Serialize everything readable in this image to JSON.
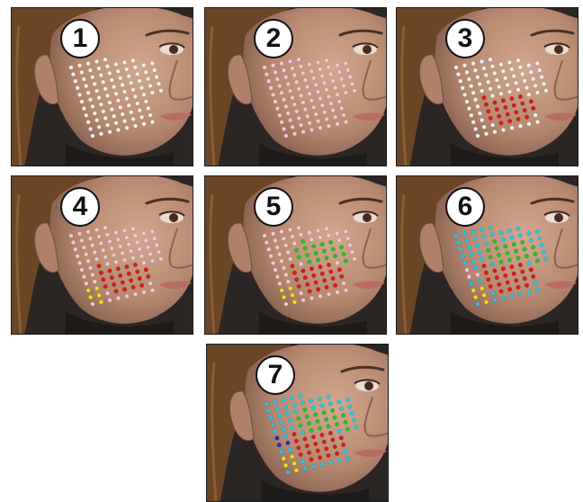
{
  "panels": [
    {
      "label": "1",
      "markers": {
        "upper": "white",
        "core": "white",
        "left": "white",
        "edge": "white",
        "outer": "white"
      }
    },
    {
      "label": "2",
      "markers": {
        "upper": "pink",
        "core": "pink",
        "left": "pink",
        "edge": "pink",
        "outer": "pink"
      }
    },
    {
      "label": "3",
      "markers": {
        "upper": "white",
        "core": "red",
        "left": "white",
        "edge": "white",
        "outer": "white"
      }
    },
    {
      "label": "4",
      "markers": {
        "upper": "pink",
        "core": "red",
        "left": "yellow",
        "edge": "pink",
        "outer": "pink"
      }
    },
    {
      "label": "5",
      "markers": {
        "upper": "green",
        "core": "red",
        "left": "yellow",
        "edge": "pink",
        "outer": "pink"
      }
    },
    {
      "label": "6",
      "markers": {
        "upper": "green",
        "core": "red",
        "left": "yellow",
        "edge": "cyan",
        "outer": "pink"
      }
    },
    {
      "label": "7",
      "markers": {
        "upper": "green",
        "core": "red",
        "left": "yellow",
        "edge": "cyan",
        "outer": "navy"
      }
    }
  ],
  "colors": {
    "white": "#f2f2f2",
    "pink": "#f4c7d9",
    "red": "#d81a1a",
    "yellow": "#f0e21a",
    "green": "#22c21e",
    "cyan": "#28c6e6",
    "navy": "#1d2fb5"
  }
}
